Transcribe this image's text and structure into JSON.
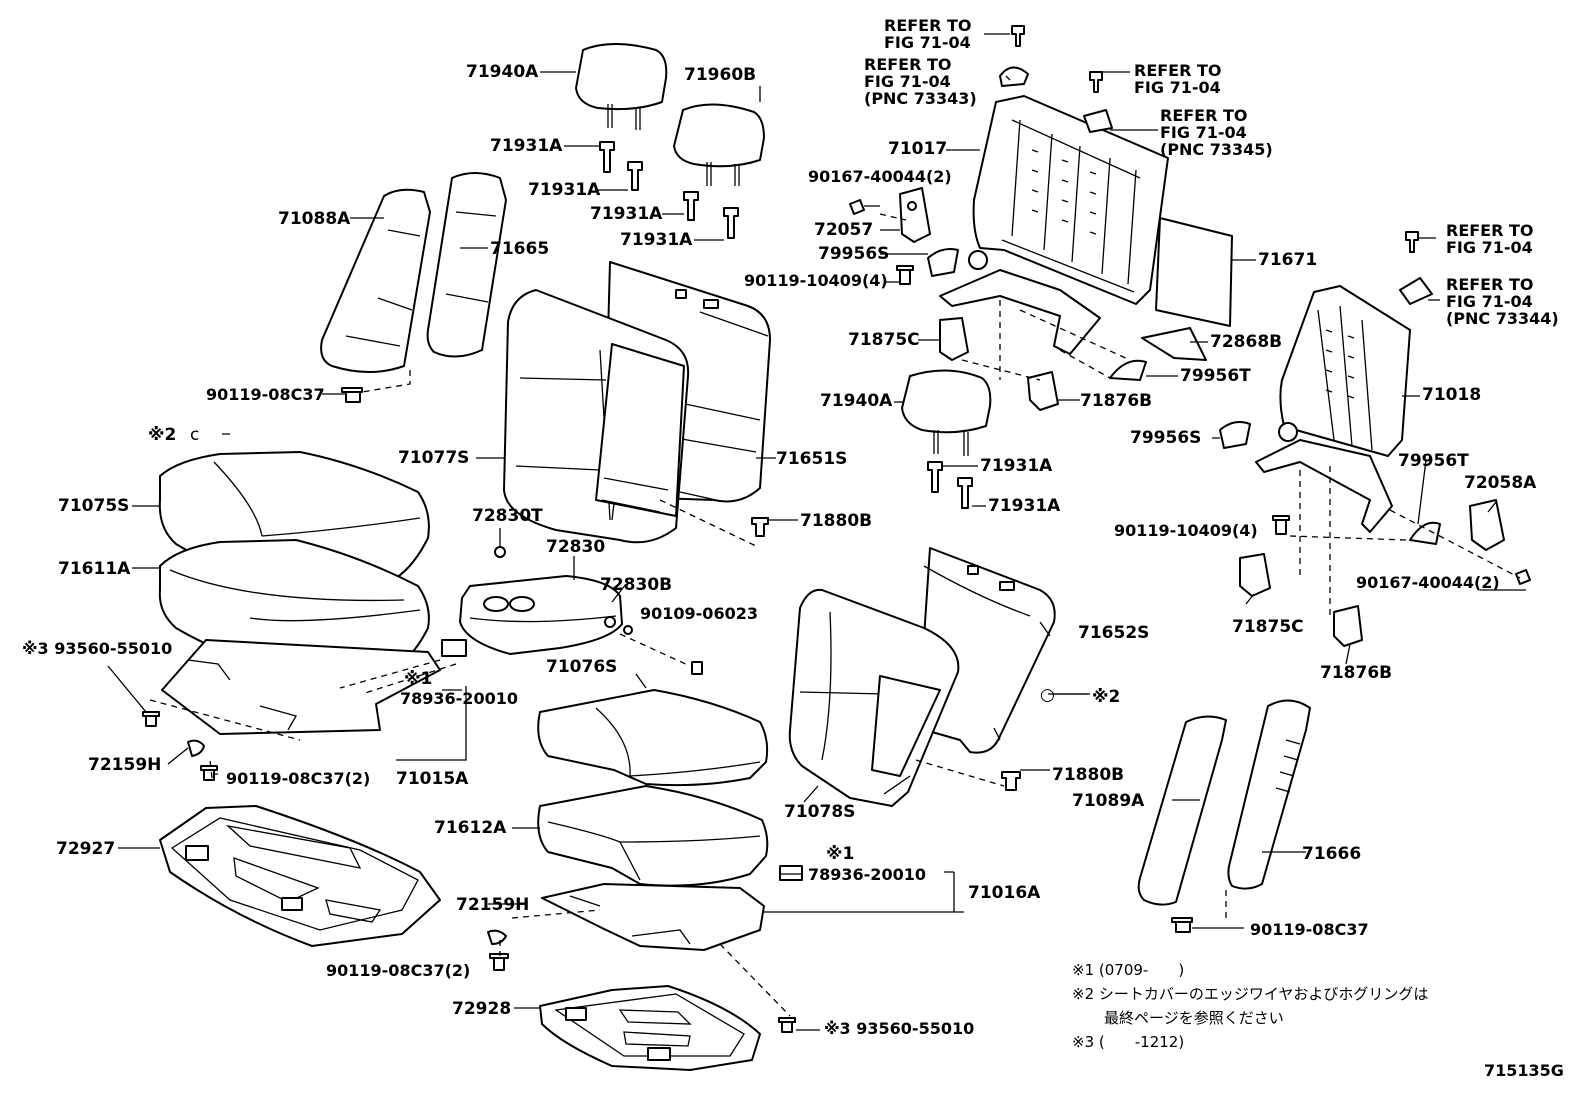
{
  "figure_code": "715135G",
  "labels": {
    "l71940A_top": "71940A",
    "l71960B": "71960B",
    "l71931A_1": "71931A",
    "l71931A_2": "71931A",
    "l71931A_3": "71931A",
    "l71931A_4": "71931A",
    "l71088A": "71088A",
    "l71665": "71665",
    "l90119_08C37_a": "90119-08C37",
    "l71077S": "71077S",
    "l71651S": "71651S",
    "l71880B_a": "71880B",
    "l71075S": "71075S",
    "l71611A": "71611A",
    "l72830T": "72830T",
    "l72830": "72830",
    "l72830B": "72830B",
    "l90109_06023": "90109-06023",
    "l93560_a": "93560-55010",
    "l78936_a": "78936-20010",
    "l72159H_a": "72159H",
    "l90119_08C37_2a": "90119-08C37(2)",
    "l71015A": "71015A",
    "l72927": "72927",
    "l71076S": "71076S",
    "l71612A": "71612A",
    "l78936_b": "78936-20010",
    "l71016A": "71016A",
    "l72159H_b": "72159H",
    "l90119_08C37_2b": "90119-08C37(2)",
    "l72928": "72928",
    "l93560_b": "93560-55010",
    "l71017": "71017",
    "l90167_40044_2a": "90167-40044(2)",
    "l72057": "72057",
    "l79956S_a": "79956S",
    "l90119_10409_4a": "90119-10409(4)",
    "l71671": "71671",
    "l71875C_a": "71875C",
    "l72868B": "72868B",
    "l79956T_a": "79956T",
    "l71876B_a": "71876B",
    "l71940A_mid": "71940A",
    "l71931A_5": "71931A",
    "l71931A_6": "71931A",
    "l71018": "71018",
    "l79956S_b": "79956S",
    "l79956T_b": "79956T",
    "l72058A": "72058A",
    "l90119_10409_4b": "90119-10409(4)",
    "l90167_40044_2b": "90167-40044(2)",
    "l71875C_b": "71875C",
    "l71876B_b": "71876B",
    "l71652S": "71652S",
    "l71880B_b": "71880B",
    "l71078S": "71078S",
    "l71089A": "71089A",
    "l71666": "71666",
    "l90119_08C37_b": "90119-08C37"
  },
  "marks": {
    "m1": "※1",
    "m2": "※2",
    "m3": "※3"
  },
  "refs": {
    "ref1_l1": "REFER TO",
    "ref1_l2": "FIG 71-04",
    "ref2_l1": "REFER TO",
    "ref2_l2": "FIG 71-04",
    "ref2_l3": "(PNC 73343)",
    "ref3_l1": "REFER TO",
    "ref3_l2": "FIG 71-04",
    "ref4_l1": "REFER TO",
    "ref4_l2": "FIG 71-04",
    "ref4_l3": "(PNC 73345)",
    "ref5_l1": "REFER TO",
    "ref5_l2": "FIG 71-04",
    "ref6_l1": "REFER TO",
    "ref6_l2": "FIG 71-04",
    "ref6_l3": "(PNC 73344)"
  },
  "notes": {
    "n1": "※1 (0709-　　)",
    "n2": "※2 シートカバーのエッジワイヤおよびホグリングは",
    "n2b": "最終ページを参照ください",
    "n3": "※3 (　　-1212)"
  }
}
